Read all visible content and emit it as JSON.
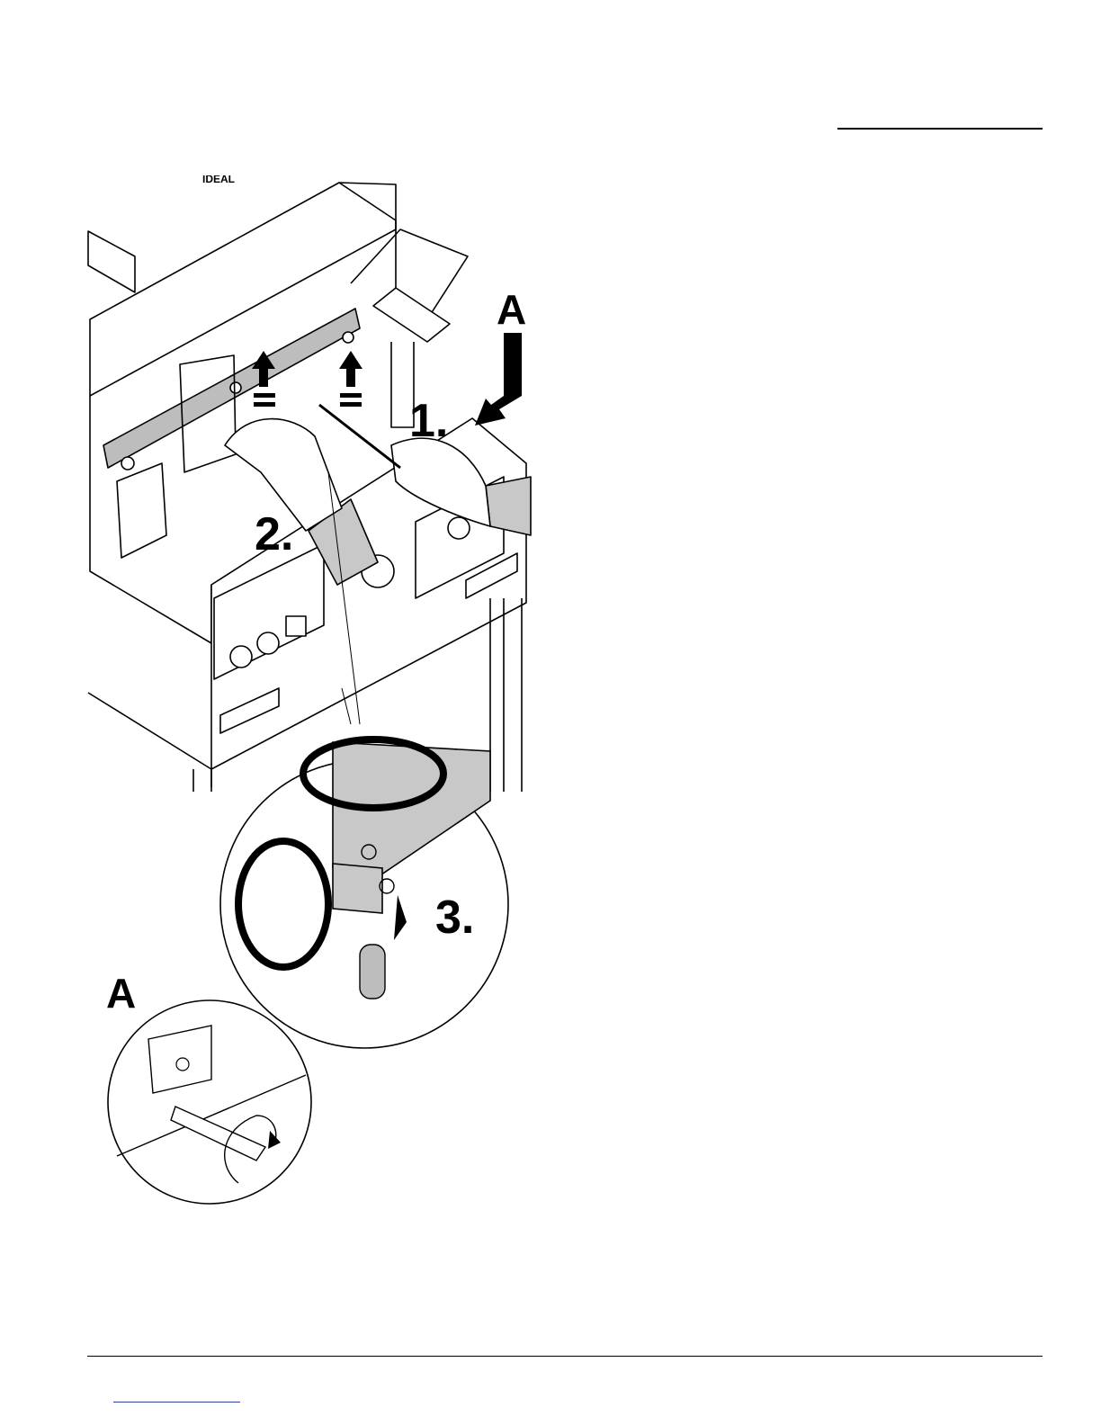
{
  "figure": {
    "brand_label": "IDEAL",
    "step_labels": [
      "1.",
      "2.",
      "3."
    ],
    "callout_label": "A",
    "detail_label": "A"
  }
}
